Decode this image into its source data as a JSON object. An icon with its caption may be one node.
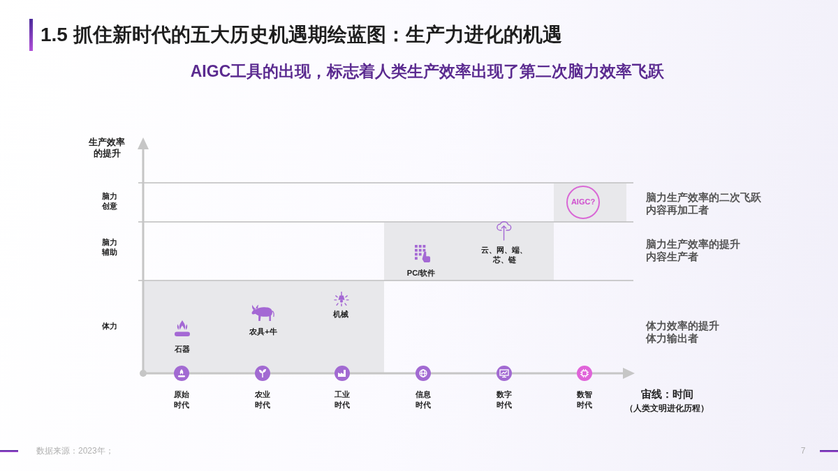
{
  "diagram": {
    "title": "1.5 抓住新时代的五大历史机遇期绘蓝图：生产力进化的机遇",
    "nodes": [
      {
        "text": [],
        "shape": "box"
      },
      {
        "text": [
          "AIGC?"
        ],
        "in": 0
      },
      {
        "text": [
          "PC/软件",
          "云、网、端、芯、链"
        ]
      },
      {
        "text": [
          "石器",
          "农具+牛",
          "机械"
        ]
      }
    ],
    "labels": [
      "AIGC工具的出现，标志着人类生产效率出现了第二次脑力效率飞跃",
      "生产效率的提升",
      "脑力创意",
      "脑力生产效率的二次飞跃",
      "内容再加工者",
      "脑力辅助",
      "脑力生产效率的提升",
      "内容生产者",
      "体力",
      "体力效率的提升",
      "体力输出者",
      "原始时代",
      "农业时代",
      "工业时代",
      "信息时代",
      "数字时代",
      "数智时代",
      "宙线：时间",
      "（人类文明进化历程）",
      "数据来源：2023年；",
      "7"
    ]
  }
}
